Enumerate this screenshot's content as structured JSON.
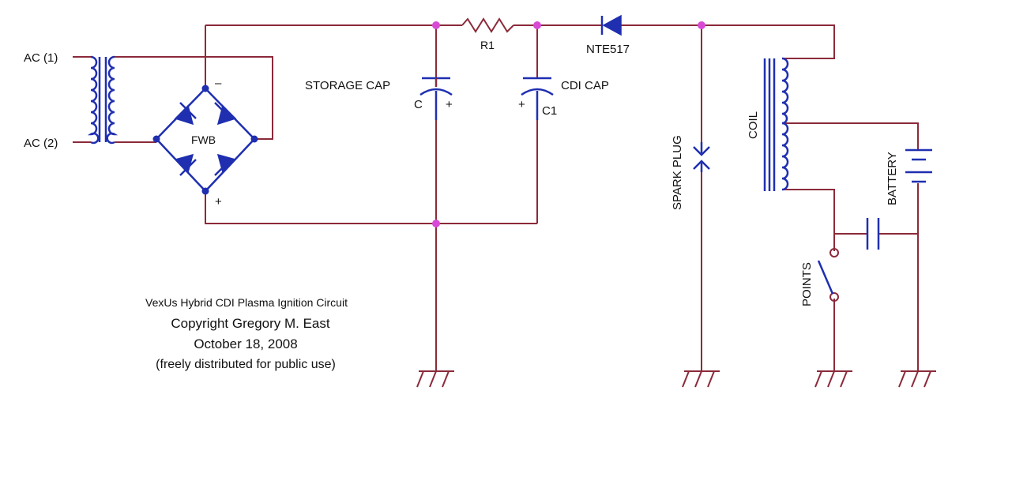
{
  "labels": {
    "ac1": "AC (1)",
    "ac2": "AC (2)",
    "fwb": "FWB",
    "minus": "–",
    "plus": "+",
    "storage_cap": "STORAGE CAP",
    "c": "C",
    "c_plus": "+",
    "r1": "R1",
    "cdi_cap": "CDI CAP",
    "c1": "C1",
    "c1_plus": "+",
    "nte517": "NTE517",
    "spark_plug": "SPARK PLUG",
    "coil": "COIL",
    "battery": "BATTERY",
    "points": "POINTS"
  },
  "caption": {
    "line1": "VexUs Hybrid CDI Plasma Ignition Circuit",
    "line2": "Copyright Gregory M. East",
    "line3": "October 18, 2008",
    "line4": "(freely distributed for public use)"
  },
  "colors": {
    "wire": "#8b2a3a",
    "component": "#1f2fb0",
    "node": "#d84ad6"
  }
}
